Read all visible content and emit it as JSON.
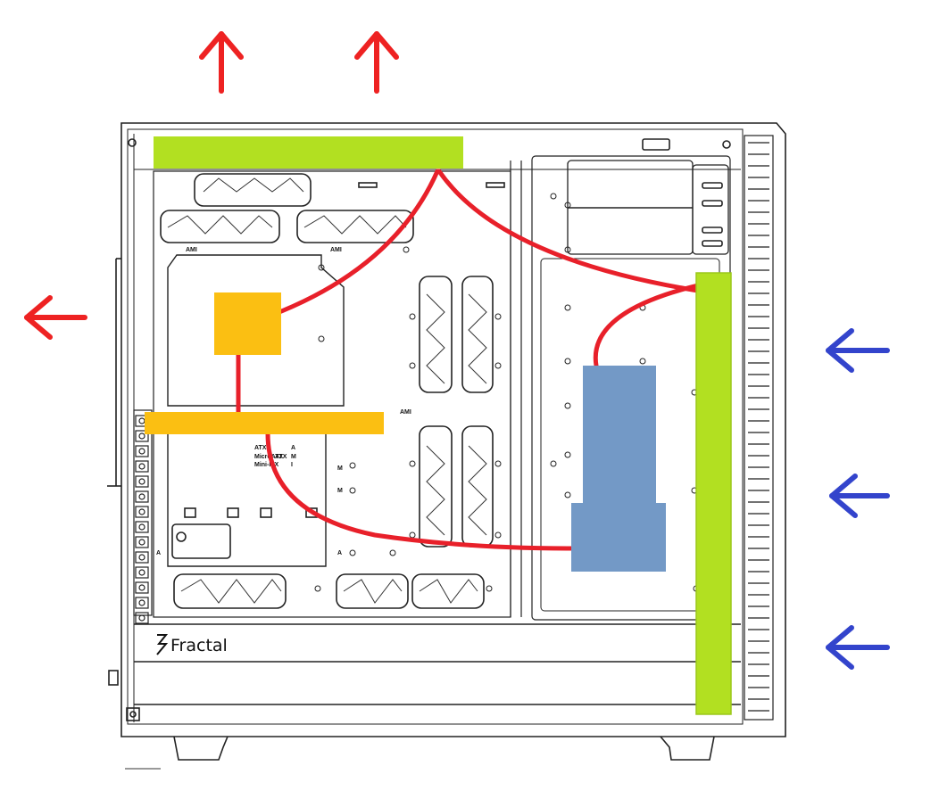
{
  "diagram": {
    "brand": "Fractal",
    "labels": {
      "ami": "AMI",
      "atx_col1": [
        "ATX",
        "MicroATX",
        "Mini-ITX"
      ],
      "atx_col2": [
        "ATX",
        "ATX"
      ],
      "atx_col3": [
        "A",
        "M",
        "I"
      ],
      "mini_m": "M",
      "mini_a": "A"
    },
    "colors": {
      "exhaust_arrow": "#ee2222",
      "intake_arrow": "#3344cc",
      "radiator": "#b2e021",
      "cpu_block": "#fbbf12",
      "gpu_block": "#fbbf12",
      "pump_res": "#7399c6",
      "tubing": "#e8202a",
      "case_line": "#222222"
    },
    "flow": {
      "exhaust_top_count": 2,
      "exhaust_rear_count": 1,
      "intake_front_count": 3
    }
  }
}
